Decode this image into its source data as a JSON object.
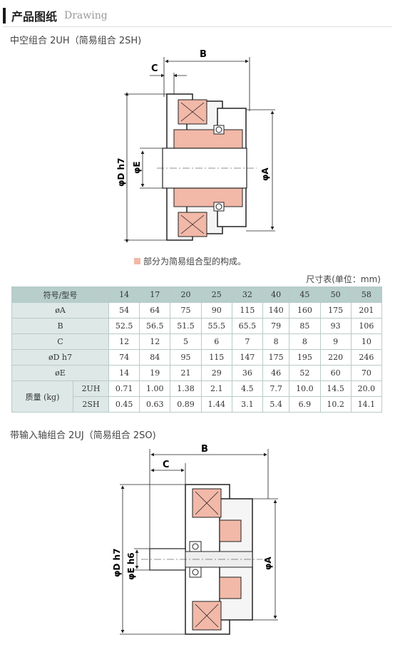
{
  "header": {
    "title": "产品图纸",
    "subtitle_en": "Drawing"
  },
  "section1": {
    "title": "中空组合 2UH（简易组合 2SH)"
  },
  "section2": {
    "title": "带输入轴组合 2UJ（简易组合 2SO)"
  },
  "drawing1": {
    "labels": {
      "b": "B",
      "c": "C",
      "d": "φD h7",
      "e": "φE",
      "a": "φA"
    }
  },
  "drawing2": {
    "labels": {
      "b": "B",
      "c": "C",
      "d": "φD h7",
      "e": "φE h6",
      "a": "φA"
    }
  },
  "legend": {
    "text": "部分为简易组合型的构成。"
  },
  "table_title": "尺寸表(单位：mm)",
  "table": {
    "header": {
      "label": "符号/型号",
      "sizes": [
        "14",
        "17",
        "20",
        "25",
        "32",
        "40",
        "45",
        "50",
        "58"
      ]
    },
    "rows": [
      {
        "label": "øA",
        "values": [
          "54",
          "64",
          "75",
          "90",
          "115",
          "140",
          "160",
          "175",
          "201"
        ]
      },
      {
        "label": "B",
        "values": [
          "52.5",
          "56.5",
          "51.5",
          "55.5",
          "65.5",
          "79",
          "85",
          "93",
          "106"
        ]
      },
      {
        "label": "C",
        "values": [
          "12",
          "12",
          "5",
          "6",
          "7",
          "8",
          "8",
          "9",
          "10"
        ]
      },
      {
        "label": "øD h7",
        "values": [
          "74",
          "84",
          "95",
          "115",
          "147",
          "175",
          "195",
          "220",
          "246"
        ]
      },
      {
        "label": "øE",
        "values": [
          "14",
          "19",
          "21",
          "29",
          "36",
          "46",
          "52",
          "60",
          "70"
        ]
      }
    ],
    "mass": {
      "label": "质量 (kg)",
      "rows": [
        {
          "label": "2UH",
          "values": [
            "0.71",
            "1.00",
            "1.38",
            "2.1",
            "4.5",
            "7.7",
            "10.0",
            "14.5",
            "20.0"
          ]
        },
        {
          "label": "2SH",
          "values": [
            "0.45",
            "0.63",
            "0.89",
            "1.44",
            "3.1",
            "5.4",
            "6.9",
            "10.2",
            "14.1"
          ]
        }
      ]
    }
  }
}
